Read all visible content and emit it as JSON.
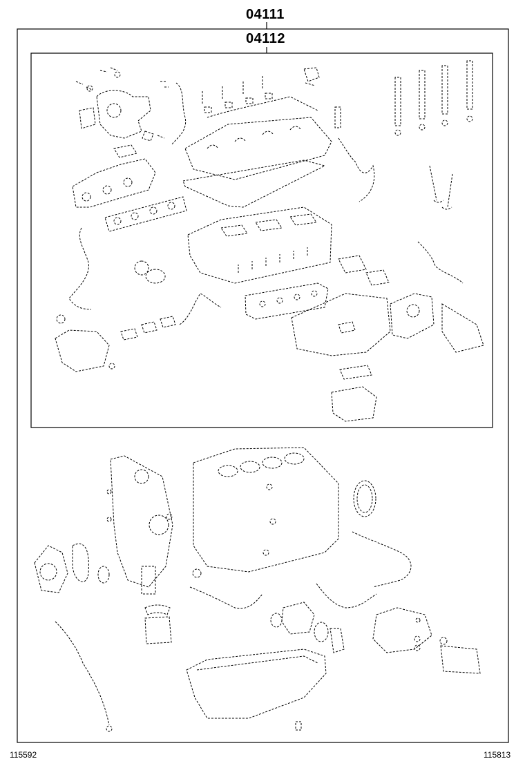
{
  "diagram": {
    "outer_kit_code": "04111",
    "inner_kit_code": "04112",
    "left_ref": "115592",
    "right_ref": "115813"
  }
}
